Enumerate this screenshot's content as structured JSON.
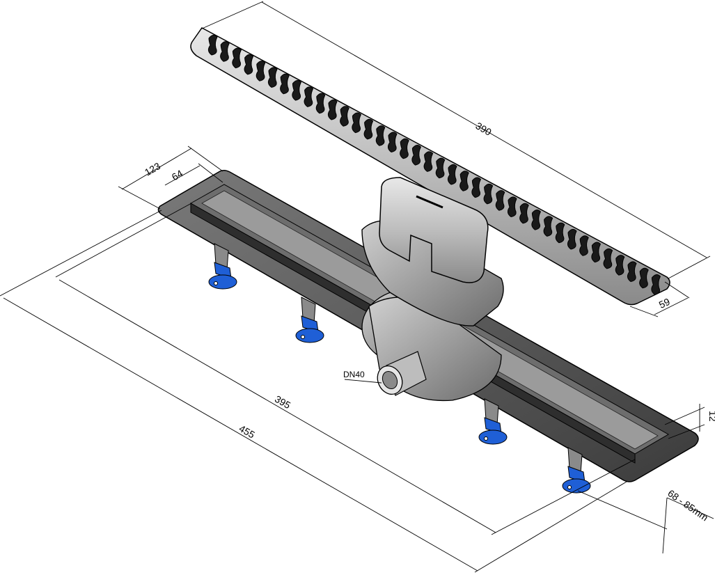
{
  "title": "Linear shower drain with grate - dimension drawing",
  "colors": {
    "steel": "#a9a9a9",
    "steel_dark": "#5a5a5a",
    "foot_blue": "#1f5fd6",
    "line": "#000000"
  },
  "dimensions": {
    "grate_length": "390",
    "grate_width": "59",
    "flange_width": "123",
    "channel_width": "64",
    "channel_length": "395",
    "overall_length": "455",
    "outlet": "DN40",
    "flange_height": "12",
    "adjustable_height": "68 - 85mm"
  }
}
